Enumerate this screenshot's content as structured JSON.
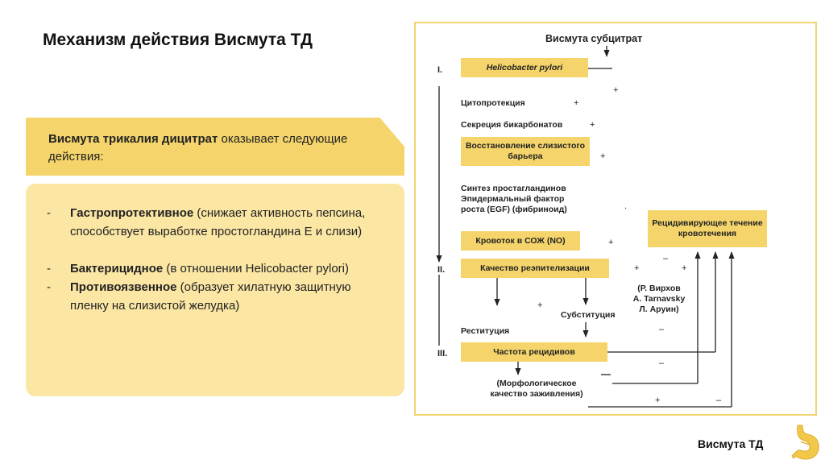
{
  "title": "Механизм действия Висмута ТД",
  "intro": {
    "bold": "Висмута трикалия дицитрат",
    "rest": " оказывает следующие действия:"
  },
  "effects": [
    {
      "dash": "-",
      "bold": "Гастропротективное",
      "rest": " (снижает активность пепсина, способствует выработке простогландина Е и слизи)"
    },
    {
      "dash": "-",
      "bold": "Бактерицидное",
      "rest": " (в отношении Helicobacter pylori)"
    },
    {
      "dash": "-",
      "bold": "Противоязвенное",
      "rest": " (образует хилатную защитную пленку на слизистой желудка)"
    }
  ],
  "diagram": {
    "title": "Висмута субцитрат",
    "roman": {
      "one": "I.",
      "two": "II.",
      "three": "III."
    },
    "helicobacter": "Helicobacter pylori",
    "cytoprotection": "Цитопротекция",
    "bicarbonate": "Секреция бикарбонатов",
    "mucus_barrier_l1": "Восстановление слизистого",
    "mucus_barrier_l2": "барьера",
    "synthesis_l1": "Синтез простагландинов",
    "synthesis_l2": "Эпидермальный фактор",
    "synthesis_l3": "роста (EGF) (фибриноид)",
    "bloodflow": "Кровоток в СОЖ (NO)",
    "reepithelization": "Качество реэпителизации",
    "relapsing_l1": "Рецидивирующее течение",
    "relapsing_l2": "кровотечения",
    "authors_l1": "(Р. Вирхов",
    "authors_l2": "A. Tarnavsky",
    "authors_l3": "Л. Аруин)",
    "substitution": "Субституция",
    "restitution": "Реституция",
    "relapse_rate": "Частота рецидивов",
    "morph_l1": "(Морфологическое",
    "morph_l2": "качество заживления)",
    "plus": "+",
    "minus": "–",
    "dot": "."
  },
  "footer": {
    "label": "Висмута ТД",
    "icon": "stomach-icon"
  },
  "colors": {
    "accent": "#f5d56b",
    "panel": "#fbe6a4",
    "frame": "#f2d370"
  }
}
